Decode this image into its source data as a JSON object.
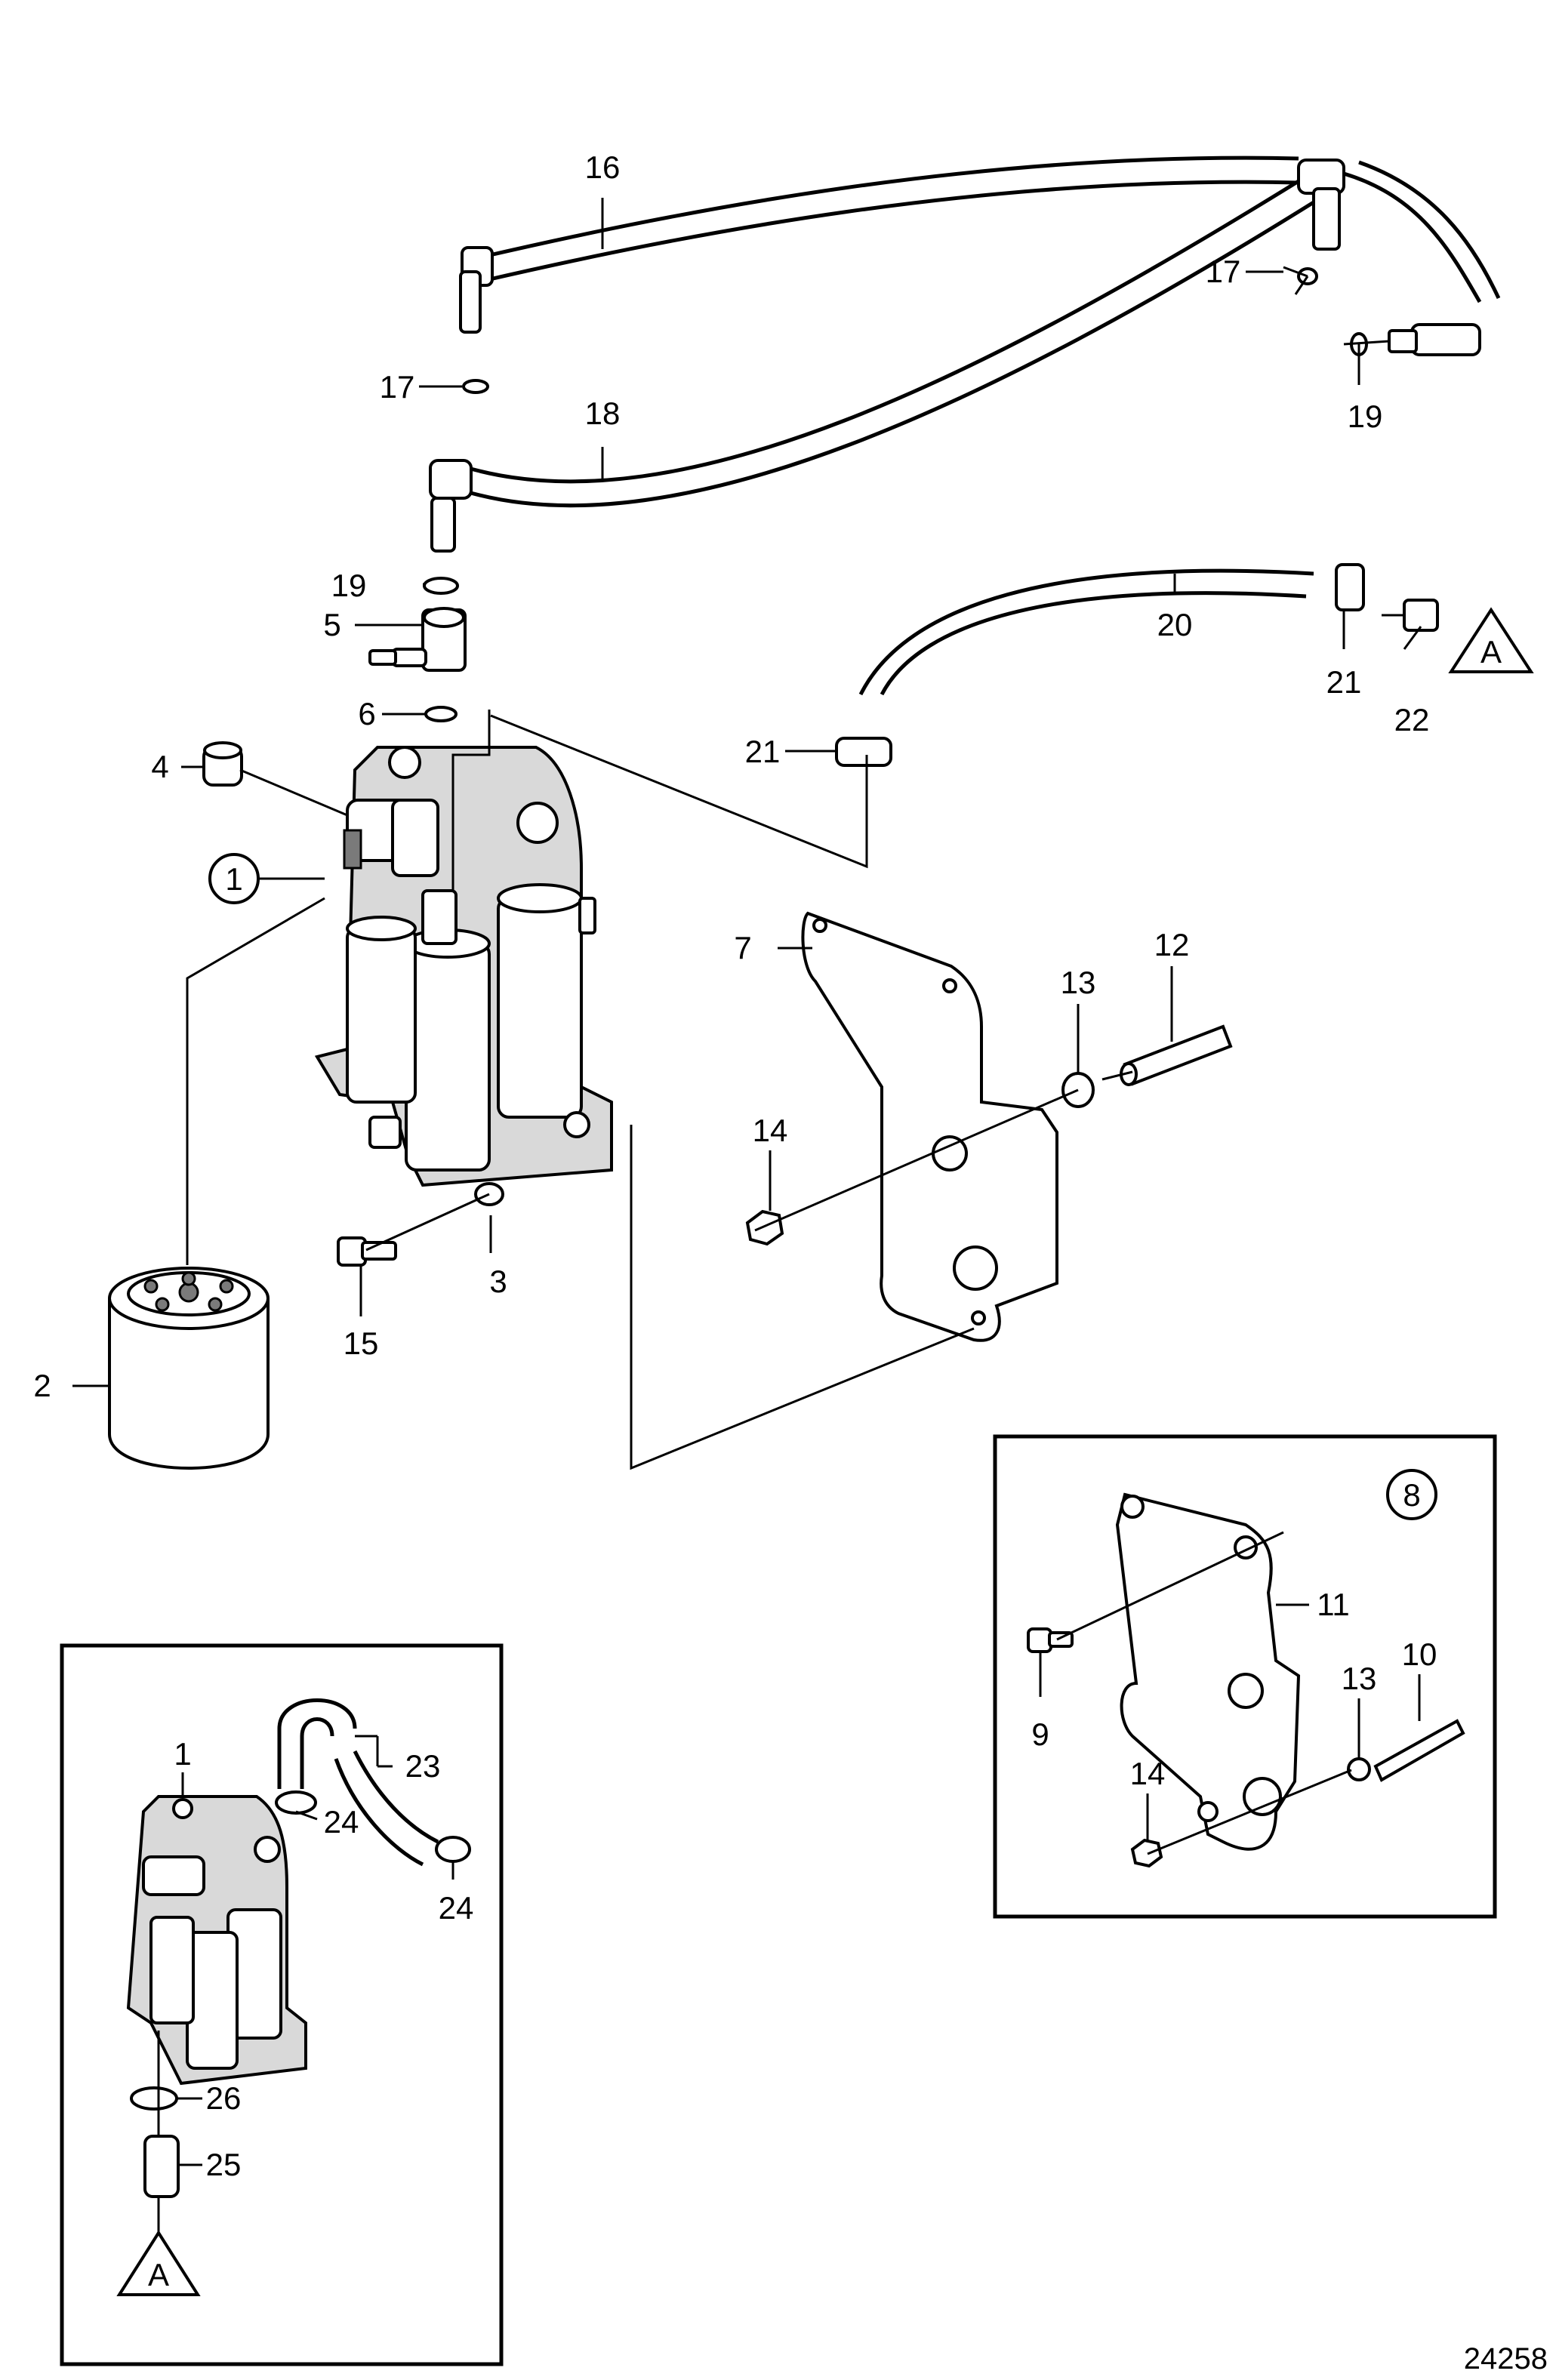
{
  "figure_number": "24258",
  "inset_letter_marker": "A",
  "callouts": [
    {
      "id": "c1",
      "text": "1"
    },
    {
      "id": "c2",
      "text": "2"
    },
    {
      "id": "c3",
      "text": "3"
    },
    {
      "id": "c4",
      "text": "4"
    },
    {
      "id": "c5",
      "text": "5"
    },
    {
      "id": "c6",
      "text": "6"
    },
    {
      "id": "c7",
      "text": "7"
    },
    {
      "id": "c8",
      "text": "8"
    },
    {
      "id": "c9",
      "text": "9"
    },
    {
      "id": "c10",
      "text": "10"
    },
    {
      "id": "c11",
      "text": "11"
    },
    {
      "id": "c12",
      "text": "12"
    },
    {
      "id": "c13",
      "text": "13"
    },
    {
      "id": "c14",
      "text": "14"
    },
    {
      "id": "c15",
      "text": "15"
    },
    {
      "id": "c16",
      "text": "16"
    },
    {
      "id": "c17",
      "text": "17"
    },
    {
      "id": "c18",
      "text": "18"
    },
    {
      "id": "c19",
      "text": "19"
    },
    {
      "id": "c20",
      "text": "20"
    },
    {
      "id": "c21",
      "text": "21"
    },
    {
      "id": "c22",
      "text": "22"
    },
    {
      "id": "c23",
      "text": "23"
    },
    {
      "id": "c24",
      "text": "24"
    },
    {
      "id": "c25",
      "text": "25"
    },
    {
      "id": "c26",
      "text": "26"
    }
  ]
}
